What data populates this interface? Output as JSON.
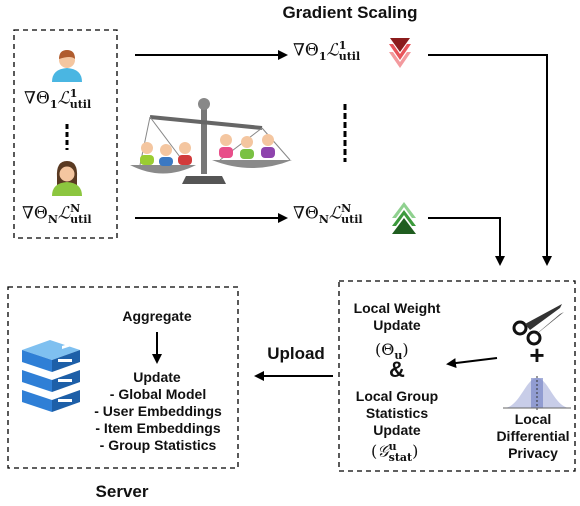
{
  "title": "Gradient Scaling",
  "clients": {
    "top_grad": {
      "prefix": "∇Θ",
      "idx": "1",
      "sup": "1",
      "sub": "util"
    },
    "bottom_grad": {
      "prefix": "∇Θ",
      "idx": "N",
      "sup": "N",
      "sub": "util"
    }
  },
  "scaled": {
    "top": {
      "prefix": "∇Θ",
      "idx": "1",
      "sup": "1",
      "sub": "util"
    },
    "bottom": {
      "prefix": "∇Θ",
      "idx": "N",
      "sup": "N",
      "sub": "util"
    }
  },
  "local": {
    "weight_update_line1": "Local Weight",
    "weight_update_line2": "Update",
    "theta_u": "(Θu)",
    "amp": "&",
    "group_line1": "Local Group",
    "group_line2": "Statistics",
    "group_line3": "Update",
    "g_stat": "(Gstat)",
    "plus": "+",
    "ldp_line1": "Local",
    "ldp_line2": "Differential",
    "ldp_line3": "Privacy"
  },
  "upload_label": "Upload",
  "server": {
    "aggregate": "Aggregate",
    "update": "Update",
    "items": [
      "- Global Model",
      "- User Embeddings",
      "- Item Embeddings",
      "- Group Statistics"
    ],
    "caption": "Server"
  },
  "colors": {
    "down_arrow": "#e8545a",
    "up_arrow": "#3c9a3c",
    "server_blue": "#2f7fd6"
  },
  "icons": [
    "male-user-icon",
    "female-user-icon",
    "balance-scale-icon",
    "scissors-icon",
    "gaussian-curve-icon",
    "server-stack-icon",
    "down-double-chevron-icon",
    "up-double-chevron-icon"
  ]
}
